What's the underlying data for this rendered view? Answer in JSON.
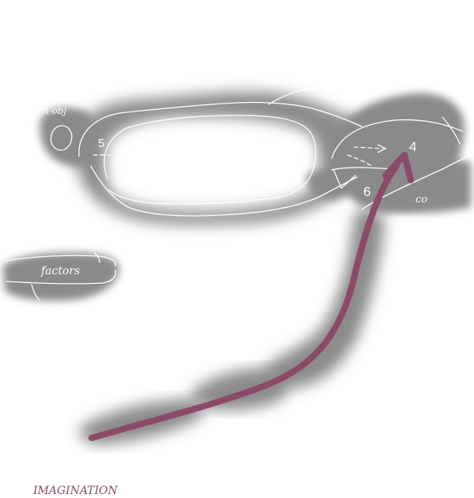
{
  "labels": {
    "top_left": "n obj",
    "factors": "factors",
    "right": "co",
    "bottom": "IMAGINATION"
  },
  "numbers": {
    "five": "5",
    "four": "4",
    "six": "6"
  },
  "colors": {
    "shape_fill": "#8a8a8a",
    "line": "#ffffff",
    "arrow": "#8b4a68",
    "imagination_text": "#8b4a68"
  }
}
